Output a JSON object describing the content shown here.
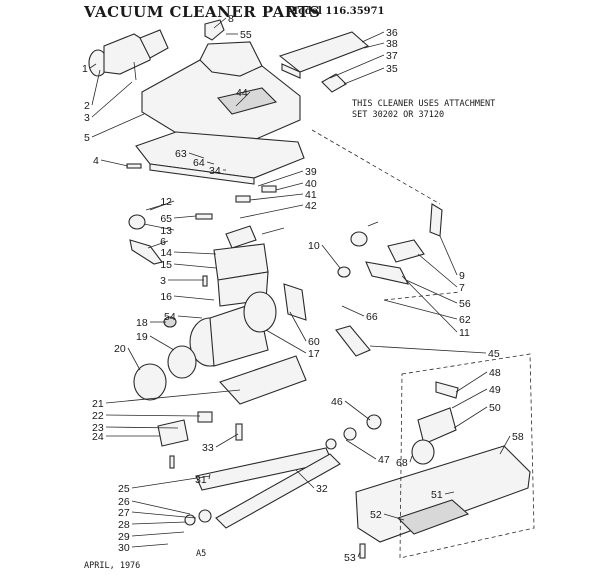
{
  "header": {
    "title": "VACUUM CLEANER PARTS",
    "model": "Model 116.35971"
  },
  "note": {
    "line1": "THIS CLEANER USES ATTACHMENT",
    "line2": "SET 30202 OR 37120"
  },
  "footer": {
    "date": "APRIL, 1976",
    "page_code": "A5"
  },
  "callouts": [
    "1",
    "2",
    "3",
    "5",
    "8",
    "55",
    "36",
    "38",
    "37",
    "35",
    "44",
    "4",
    "63",
    "64",
    "34",
    "39",
    "40",
    "41",
    "42",
    "12",
    "65",
    "13",
    "6",
    "14",
    "15",
    "3",
    "16",
    "18",
    "54",
    "19",
    "20",
    "21",
    "22",
    "23",
    "24",
    "33",
    "25",
    "26",
    "27",
    "28",
    "29",
    "30",
    "31",
    "32",
    "9",
    "7",
    "56",
    "62",
    "11",
    "10",
    "66",
    "60",
    "17",
    "45",
    "46",
    "47",
    "48",
    "49",
    "50",
    "58",
    "51",
    "52",
    "53",
    "68"
  ]
}
